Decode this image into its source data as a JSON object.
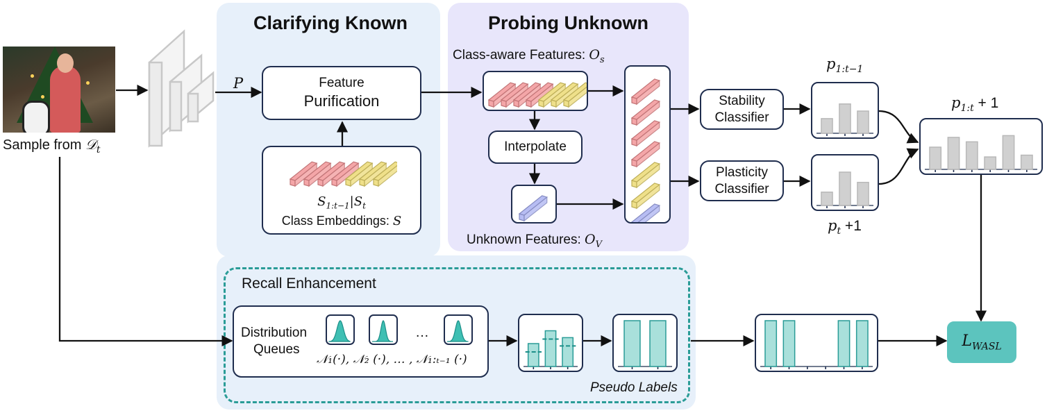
{
  "sections": {
    "clarifying": "Clarifying Known",
    "probing": "Probing Unknown",
    "recall": "Recall Enhancement"
  },
  "input": {
    "caption_prefix": "Sample from ",
    "caption_math": "𝒟",
    "caption_sub": "t"
  },
  "labels": {
    "p": "P",
    "class_aware": "Class-aware Features: ",
    "class_aware_math": "O",
    "class_aware_sub": "s",
    "unknown_features": "Unknown Features: ",
    "unknown_math": "O",
    "unknown_sub": "V",
    "s_label": "S",
    "s_sub1": "1:t−1",
    "s_sep": "|S",
    "s_sub2": "t",
    "class_embeddings": "Class Embeddings: ",
    "class_embeddings_math": "S",
    "p_top": "p",
    "p_top_sub": "1:t−1",
    "p_bottom": "p",
    "p_bottom_sub": "t",
    "p_bottom_suffix": " +1",
    "p_merged": "p",
    "p_merged_sub": "1:t",
    "p_merged_suffix": " + 1",
    "pseudo_labels": "Pseudo Labels",
    "ellipsis": "…",
    "distributions": "𝒩₁(·), 𝒩₂ (·), … , 𝒩₁:ₜ₋₁ (·)",
    "loss": "L",
    "loss_sub": "WASL"
  },
  "nodes": {
    "feature_purification_l1": "Feature",
    "feature_purification_l2": "Purification",
    "interpolate": "Interpolate",
    "stability_l1": "Stability",
    "stability_l2": "Classifier",
    "plasticity_l1": "Plasticity",
    "plasticity_l2": "Classifier",
    "dist_l1": "Distribution",
    "dist_l2": "Queues"
  },
  "charts": {
    "stability": [
      0.33,
      0.66,
      0.5
    ],
    "plasticity": [
      0.3,
      0.75,
      0.52
    ],
    "merged": [
      0.5,
      0.72,
      0.62,
      0.28,
      0.76,
      0.32
    ],
    "recall_bars": [
      0.5,
      0.78,
      0.63
    ],
    "pseudo": [
      1,
      1
    ],
    "final": [
      1,
      1,
      0,
      0,
      1,
      1
    ]
  },
  "colors": {
    "pink": "#f4a6a8",
    "yellow": "#efe08a",
    "lavender": "#b7bdf3",
    "teal": "#3fbfb3",
    "panel_blue": "#e7f0fa",
    "panel_purple": "#e8e6fb",
    "dark": "#1f2d4e"
  }
}
